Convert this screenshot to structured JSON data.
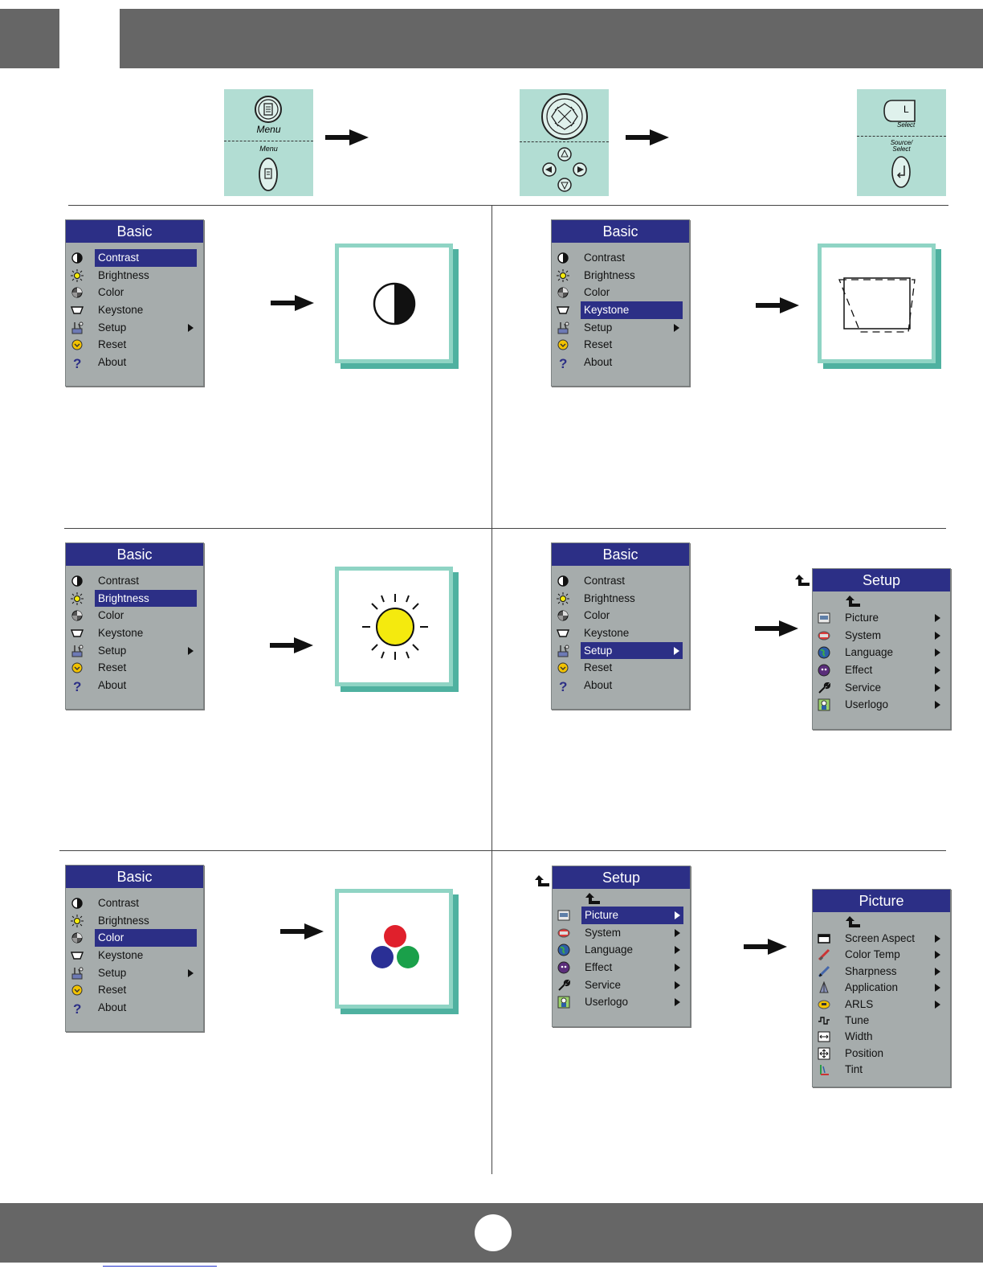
{
  "remote": {
    "menu_label_top": "Menu",
    "menu_label_bottom": "Menu",
    "select_label_top": "Select",
    "select_label_bottom": "Source/\nSelect",
    "l_label": "L"
  },
  "basic_menu": {
    "title": "Basic",
    "items": [
      "Contrast",
      "Brightness",
      "Color",
      "Keystone",
      "Setup",
      "Reset",
      "About"
    ]
  },
  "setup_menu": {
    "title": "Setup",
    "items": [
      "Picture",
      "System",
      "Language",
      "Effect",
      "Service",
      "Userlogo"
    ]
  },
  "picture_menu": {
    "title": "Picture",
    "items": [
      "Screen Aspect",
      "Color Temp",
      "Sharpness",
      "Application",
      "ARLS",
      "Tune",
      "Width",
      "Position",
      "Tint"
    ]
  },
  "selections": {
    "contrast_panel": "Contrast",
    "keystone_panel": "Keystone",
    "brightness_panel": "Brightness",
    "setup_panel": "Setup",
    "color_panel": "Color",
    "picture_panel": "Picture"
  },
  "colors": {
    "menu_title_bg": "#2c2f86",
    "menu_bg": "#a6acac",
    "remote_bg": "#b2ddd3",
    "frame_border": "#8fd4c4",
    "bar_gray": "#666666"
  }
}
